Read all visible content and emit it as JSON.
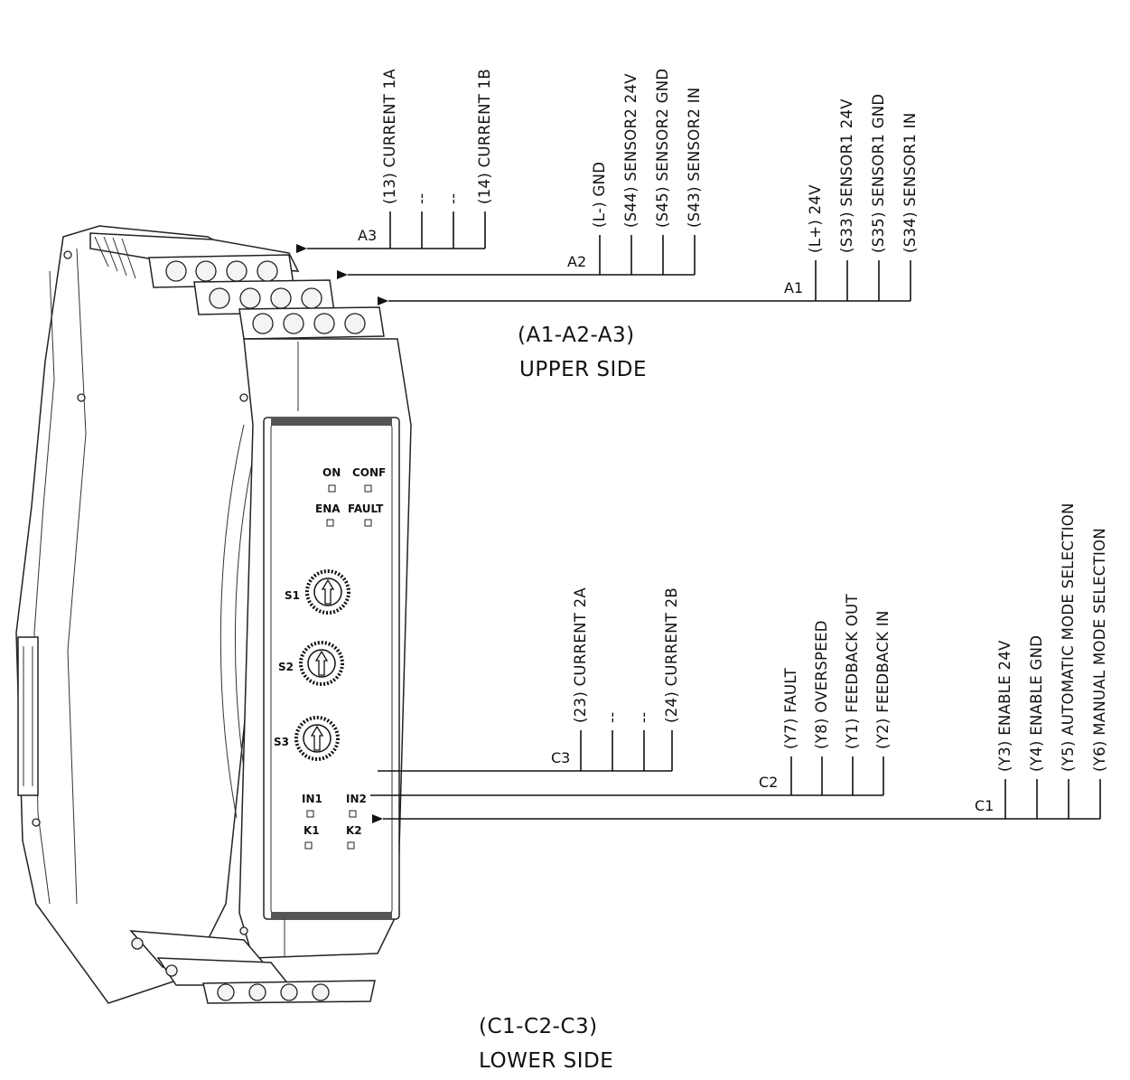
{
  "upper": {
    "caption_line1": "(A1-A2-A3)",
    "caption_line2": "UPPER SIDE",
    "groups": [
      {
        "label": "A3",
        "pins": [
          "(13)  CURRENT  1A",
          "--",
          "--",
          "(14)  CURRENT  1B"
        ]
      },
      {
        "label": "A2",
        "pins": [
          "(L-)  GND",
          "(S44)  SENSOR2  24V",
          "(S45)  SENSOR2  GND",
          "(S43)  SENSOR2  IN"
        ]
      },
      {
        "label": "A1",
        "pins": [
          "(L+)  24V",
          "(S33)  SENSOR1  24V",
          "(S35)  SENSOR1  GND",
          "(S34)  SENSOR1  IN"
        ]
      }
    ]
  },
  "lower": {
    "caption_line1": "(C1-C2-C3)",
    "caption_line2": "LOWER SIDE",
    "groups": [
      {
        "label": "C3",
        "pins": [
          "(23)  CURRENT  2A",
          "--",
          "--",
          "(24)  CURRENT  2B"
        ]
      },
      {
        "label": "C2",
        "pins": [
          "(Y7)  FAULT",
          "(Y8)  OVERSPEED",
          "(Y1)  FEEDBACK  OUT",
          "(Y2)  FEEDBACK  IN"
        ]
      },
      {
        "label": "C1",
        "pins": [
          "(Y3)  ENABLE  24V",
          "(Y4)  ENABLE  GND",
          "(Y5)  AUTOMATIC  MODE  SELECTION",
          "(Y6)  MANUAL  MODE  SELECTION"
        ]
      }
    ]
  },
  "front_panel": {
    "leds_top": [
      "ON",
      "CONF",
      "ENA",
      "FAULT"
    ],
    "switches": [
      "S1",
      "S2",
      "S3"
    ],
    "leds_bottom": [
      "IN1",
      "IN2",
      "K1",
      "K2"
    ]
  }
}
